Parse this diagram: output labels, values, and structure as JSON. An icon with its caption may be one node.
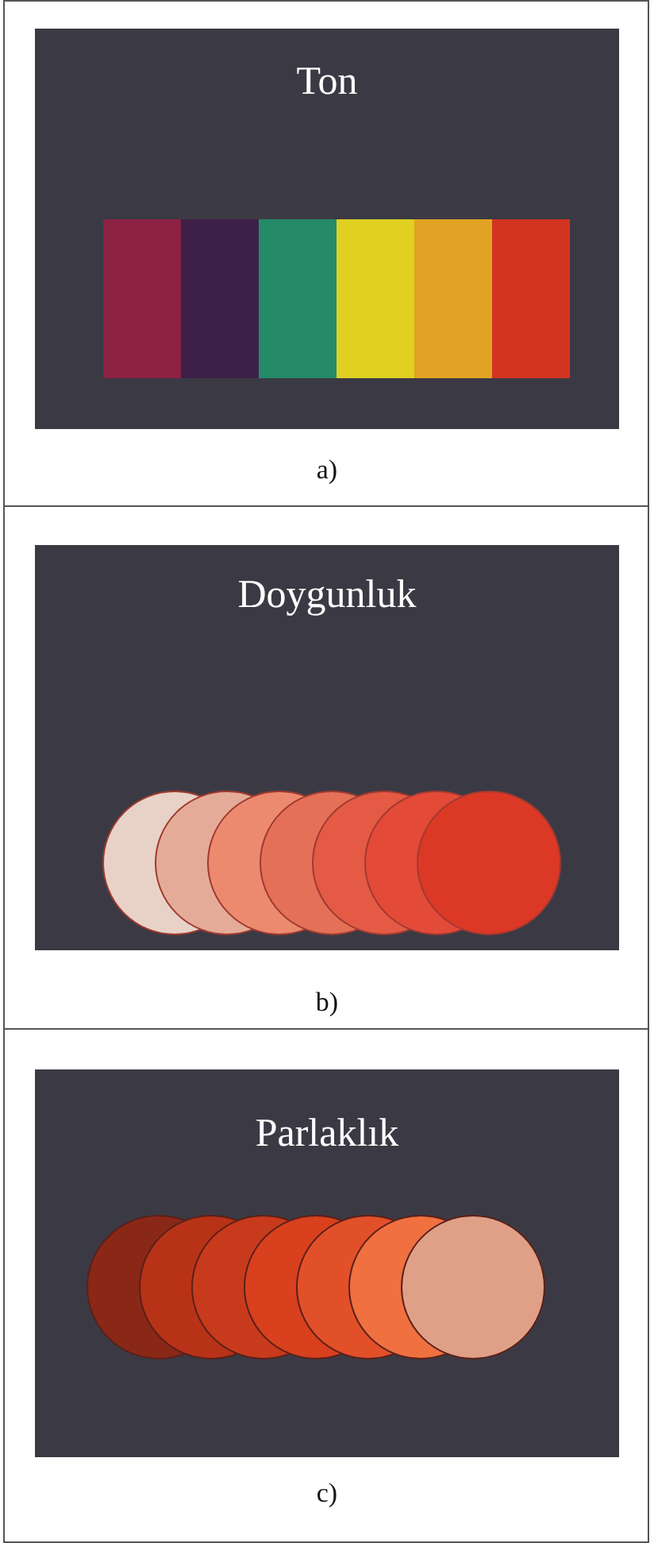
{
  "diagram": {
    "nodes": [
      {
        "text": [
          "Ton"
        ],
        "beside": [
          "a)"
        ]
      },
      {
        "text": [
          "Doygunluk"
        ],
        "beside": [
          "b)"
        ]
      },
      {
        "text": [
          "Parlaklık"
        ],
        "beside": [
          "c)"
        ]
      }
    ]
  }
}
